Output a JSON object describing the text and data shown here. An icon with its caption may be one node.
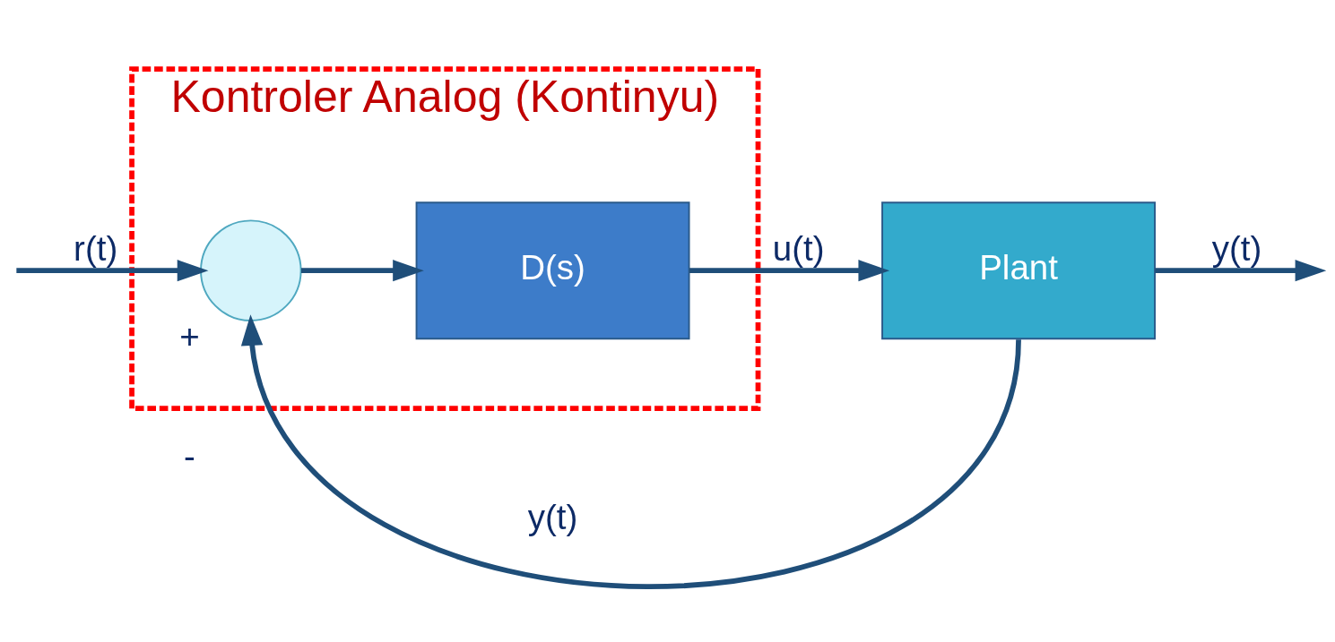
{
  "diagram": {
    "nodes": [
      {
        "text": [
          "Kontroler Analog (Kontinyu)"
        ]
      },
      {
        "text": [],
        "shape": "circle",
        "in": 0,
        "beside": [
          "+",
          "-"
        ]
      },
      {
        "text": [
          "D(s)"
        ],
        "in": 0
      },
      {
        "text": [
          "Plant"
        ]
      }
    ],
    "edges": [
      {
        "from": null,
        "to": 1,
        "arrow": "to",
        "label": "r(t)"
      },
      {
        "from": 1,
        "to": 2,
        "arrow": "to"
      },
      {
        "from": 2,
        "to": 3,
        "arrow": "to",
        "label": "u(t)"
      },
      {
        "from": 3,
        "to": null,
        "arrow": "to",
        "label": "y(t)"
      },
      {
        "from": 3,
        "to": 1,
        "arrow": "to",
        "label": "y(t)"
      }
    ]
  }
}
